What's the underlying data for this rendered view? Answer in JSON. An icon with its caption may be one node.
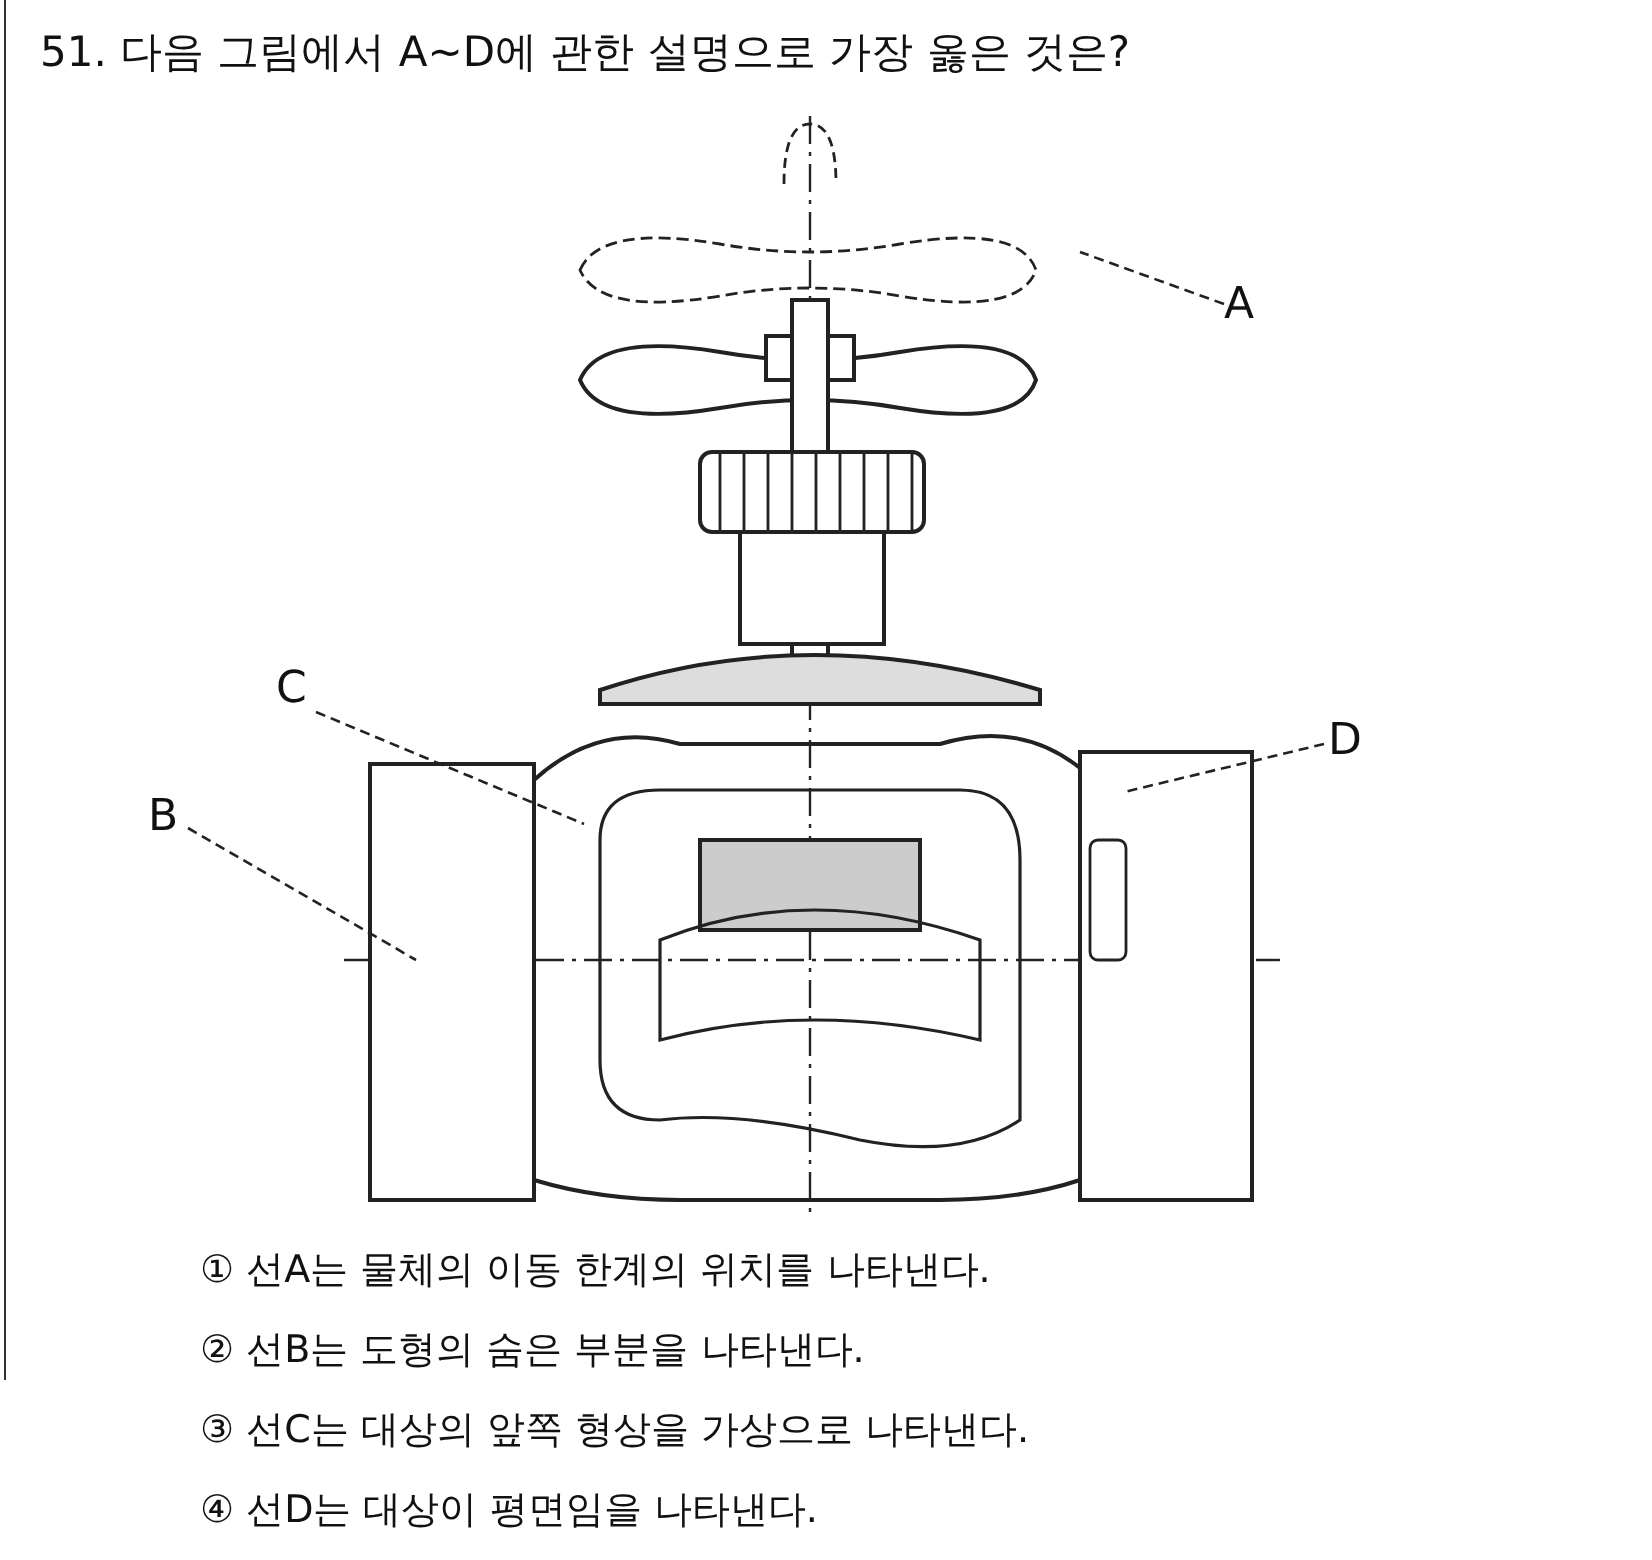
{
  "diagram": {
    "title": "51. 다음 그림에서 A~D에 관한 설명으로 가장 옳은 것은?",
    "nodes": [
      {
        "text": [
          "A"
        ]
      },
      {
        "text": [
          "B"
        ]
      },
      {
        "text": [
          "C"
        ]
      },
      {
        "text": [
          "D"
        ]
      }
    ],
    "edges": [
      {
        "from": 0,
        "to": null,
        "arrow": "none",
        "style": "dashed"
      },
      {
        "from": 1,
        "to": null,
        "arrow": "none",
        "style": "dashed"
      },
      {
        "from": 2,
        "to": null,
        "arrow": "none",
        "style": "dashed"
      },
      {
        "from": 3,
        "to": null,
        "arrow": "none",
        "style": "dashed"
      }
    ],
    "labels": [
      "① 선A는 물체의 이동 한계의 위치를 나타낸다.",
      "② 선B는 도형의 숨은 부분을 나타낸다.",
      "③ 선C는 대상의 앞쪽 형상을 가상으로 나타낸다.",
      "④ 선D는 대상이 평면임을 나타낸다."
    ]
  }
}
